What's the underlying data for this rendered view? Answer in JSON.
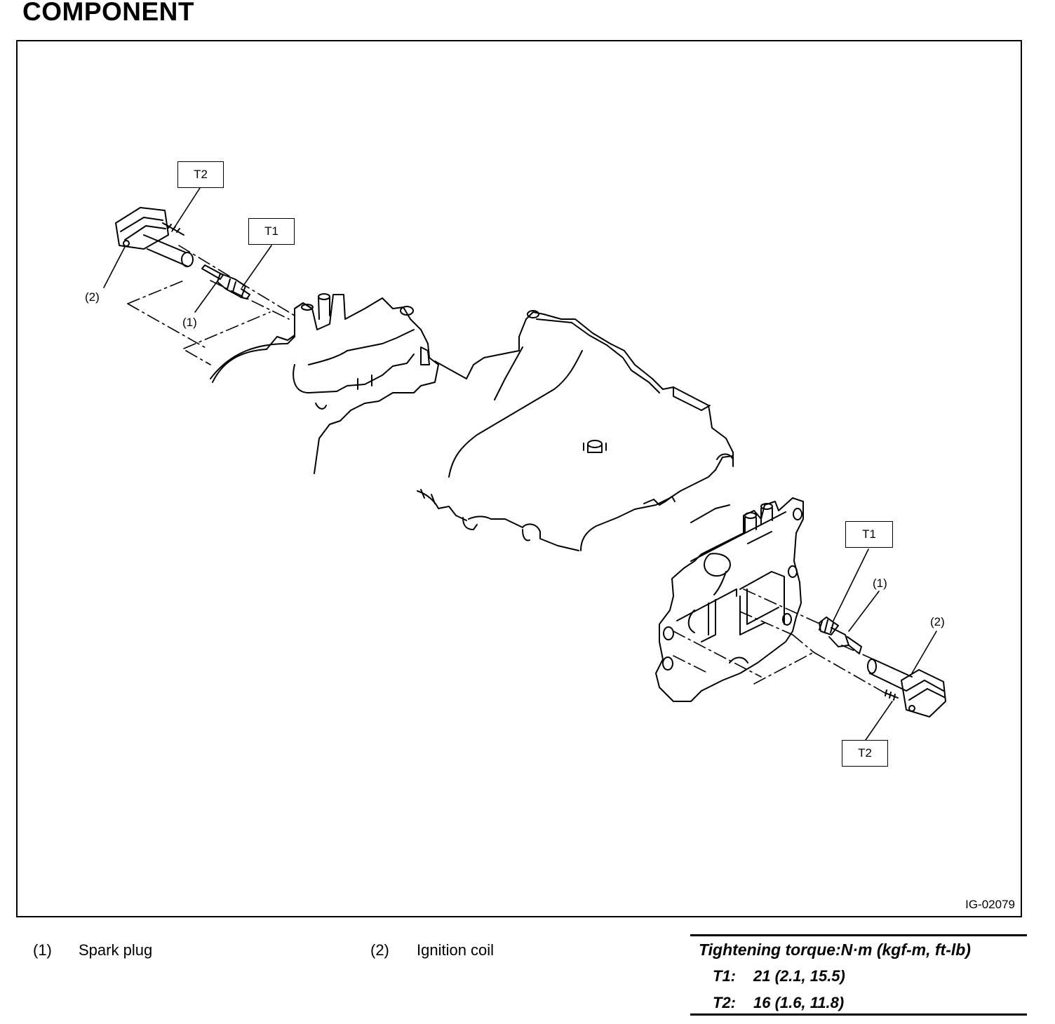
{
  "heading": "COMPONENT",
  "figure_id": "IG-02079",
  "diagram_labels": {
    "left_t2": "T2",
    "left_t1": "T1",
    "left_callout_2": "(2)",
    "left_callout_1": "(1)",
    "right_t1": "T1",
    "right_t2": "T2",
    "right_callout_1": "(1)",
    "right_callout_2": "(2)"
  },
  "legend": [
    {
      "num": "(1)",
      "name": "Spark plug"
    },
    {
      "num": "(2)",
      "name": "Ignition coil"
    }
  ],
  "torque": {
    "heading": "Tightening torque:N·m (kgf-m, ft-lb)",
    "rows": [
      {
        "key": "T1:",
        "value": "21 (2.1, 15.5)"
      },
      {
        "key": "T2:",
        "value": "16 (1.6, 11.8)"
      }
    ]
  },
  "icons": [
    "engine-block-drawing",
    "spark-plug-icon",
    "ignition-coil-icon"
  ]
}
